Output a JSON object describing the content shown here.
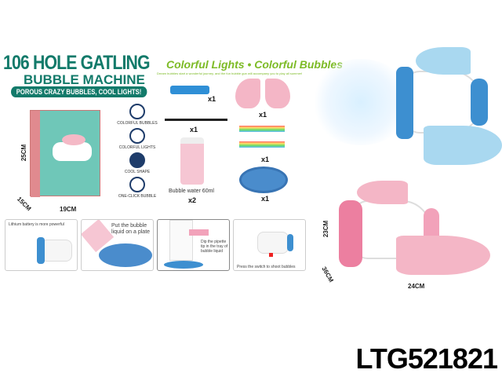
{
  "title": {
    "line1": "106 HOLE GATLING",
    "line2": "BUBBLE MACHINE",
    "tagline": "POROUS CRAZY BUBBLES, COOL LIGHTS!"
  },
  "headline": "Colorful Lights • Colorful Bubbles",
  "subheadline": "Dream bubbles start a wonderful journey, and the fun bubble gun will accompany you to play all summer!",
  "features": [
    "COLORFUL BUBBLES",
    "COLORFUL LIGHTS",
    "COOL SHAPE",
    "ONE-CLICK BUBBLE"
  ],
  "contents": {
    "battery_qty": "x1",
    "cable_qty": "x1",
    "bottle_label": "Bubble water 60ml",
    "bottle_qty": "x2",
    "wings_qty": "x1",
    "stickers_qty": "x1",
    "plate_qty": "x1"
  },
  "box_dims": {
    "height": "25CM",
    "depth": "15CM",
    "width": "19CM"
  },
  "product_dims": {
    "height": "23CM",
    "depth": "36CM",
    "width": "24CM"
  },
  "steps": [
    "Lithium battery is more powerful",
    "Put the bubble liquid on a plate",
    "Dip the pipette tip in the tray of bubble liquid",
    "Press the switch to shoot bubbles"
  ],
  "model": "LTG521821",
  "colors": {
    "brand": "#127a6a",
    "accent": "#7dbb26",
    "blue": "#3d8fd0",
    "pink": "#f1a9bd"
  }
}
